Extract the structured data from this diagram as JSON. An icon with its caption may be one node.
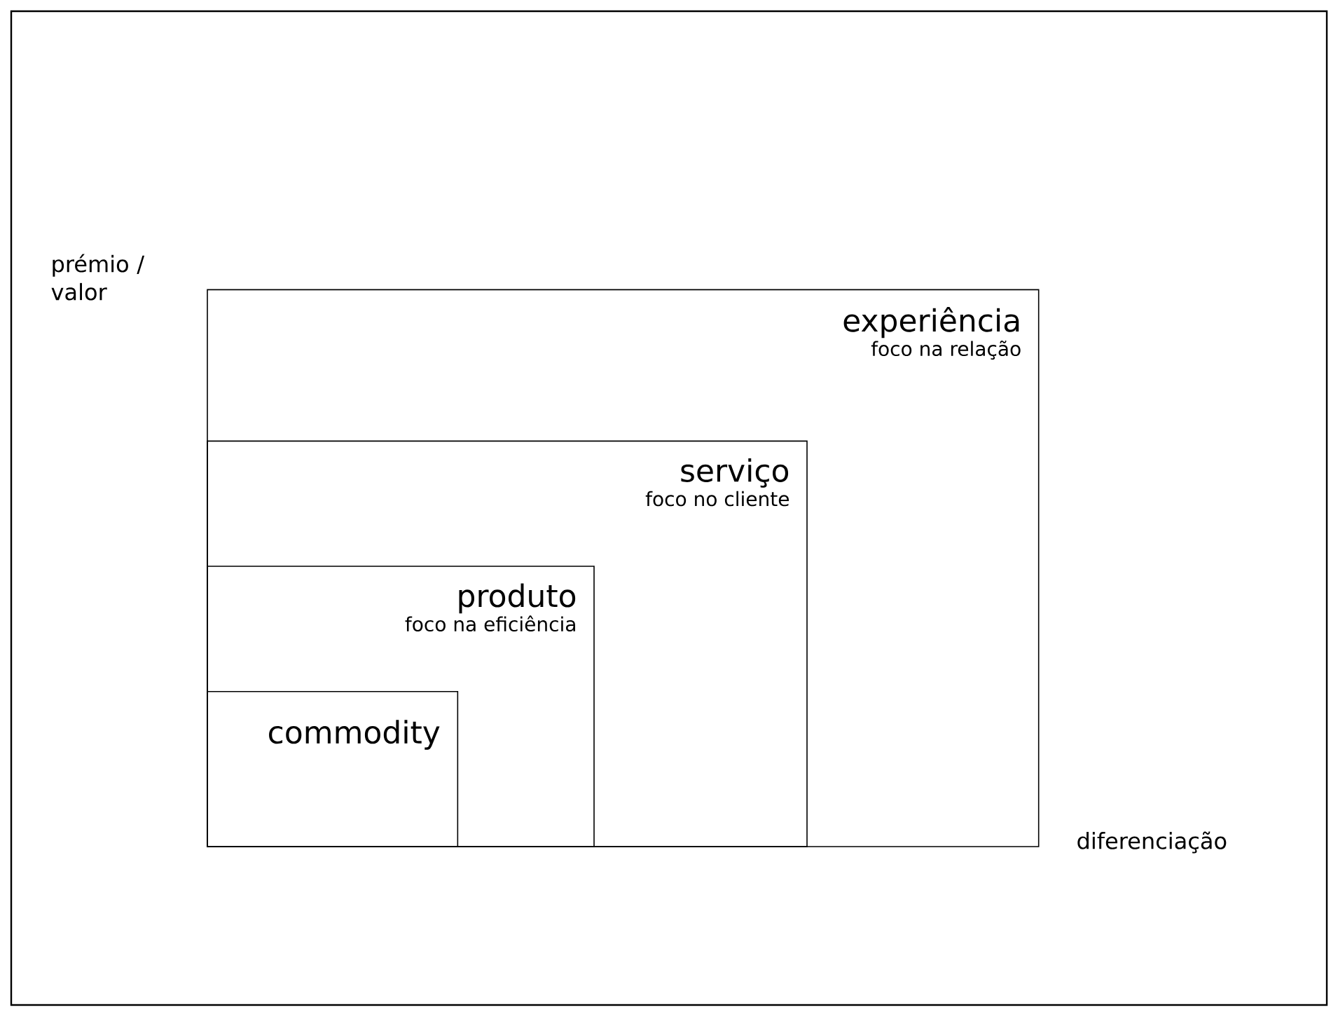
{
  "diagram": {
    "nodes": [
      {
        "text": [
          "experiência",
          "foco na relação"
        ]
      },
      {
        "text": [
          "serviço",
          "foco no cliente"
        ],
        "in": 0
      },
      {
        "text": [
          "produto",
          "foco na eficiência"
        ],
        "in": 1
      },
      {
        "text": [
          "commodity"
        ],
        "in": 2
      }
    ],
    "labels": [
      "prémio / valor",
      "diferenciação"
    ]
  }
}
